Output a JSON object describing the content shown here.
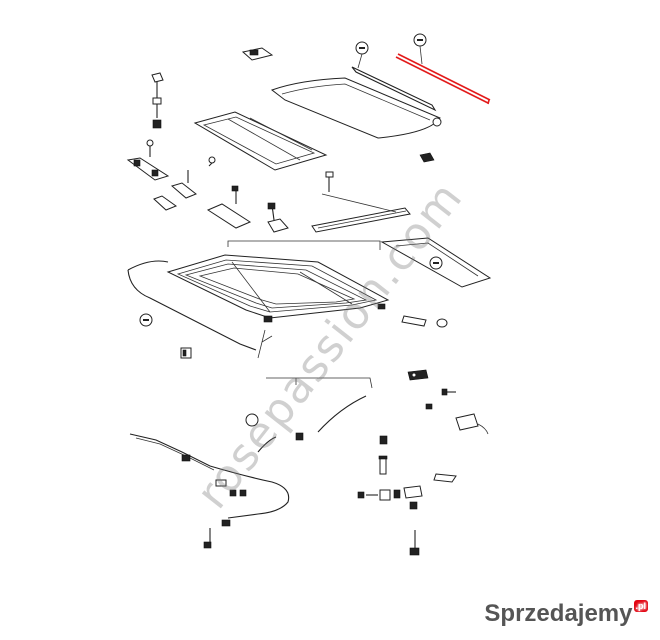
{
  "watermark": {
    "text": "rosepassion.com"
  },
  "brand": {
    "name": "Sprzedajemy",
    "suffix": ".pl"
  },
  "highlight_color": "#e31b1b"
}
